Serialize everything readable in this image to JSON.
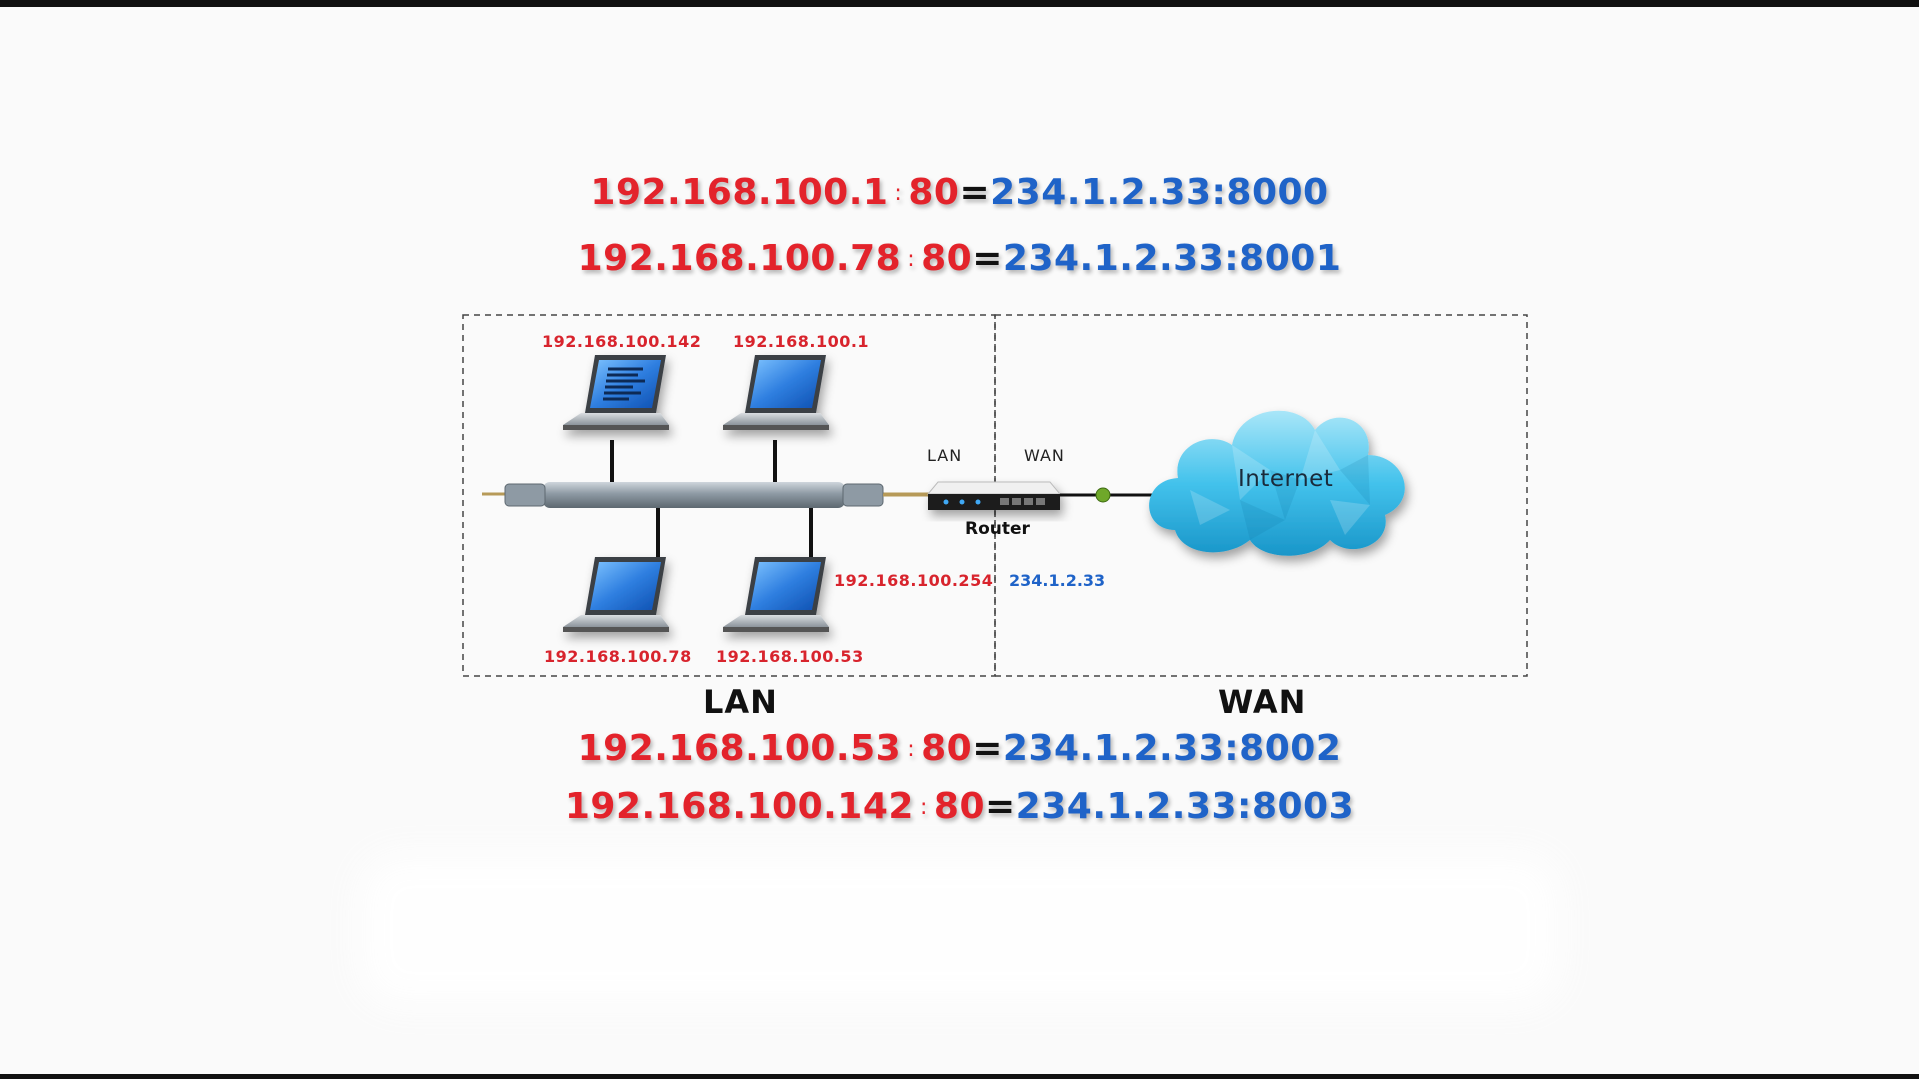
{
  "mappings_top": [
    {
      "private_ip": "192.168.100.1",
      "port": "80",
      "public": "234.1.2.33:8000"
    },
    {
      "private_ip": "192.168.100.78",
      "port": "80",
      "public": "234.1.2.33:8001"
    }
  ],
  "mappings_bottom": [
    {
      "private_ip": "192.168.100.53",
      "port": "80",
      "public": "234.1.2.33:8002"
    },
    {
      "private_ip": "192.168.100.142",
      "port": "80",
      "public": "234.1.2.33:8003"
    }
  ],
  "separator": ":",
  "equals": "=",
  "hosts": {
    "host_142": "192.168.100.142",
    "host_1": "192.168.100.1",
    "host_78": "192.168.100.78",
    "host_53": "192.168.100.53"
  },
  "router": {
    "label": "Router",
    "lan_port": "LAN",
    "wan_port": "WAN",
    "lan_ip": "192.168.100.254",
    "wan_ip": "234.1.2.33"
  },
  "cloud_label": "Internet",
  "regions": {
    "lan": "LAN",
    "wan": "WAN"
  },
  "colors": {
    "private": "#e3232b",
    "public": "#1f63c8",
    "cloud": "#3fc3ea"
  }
}
